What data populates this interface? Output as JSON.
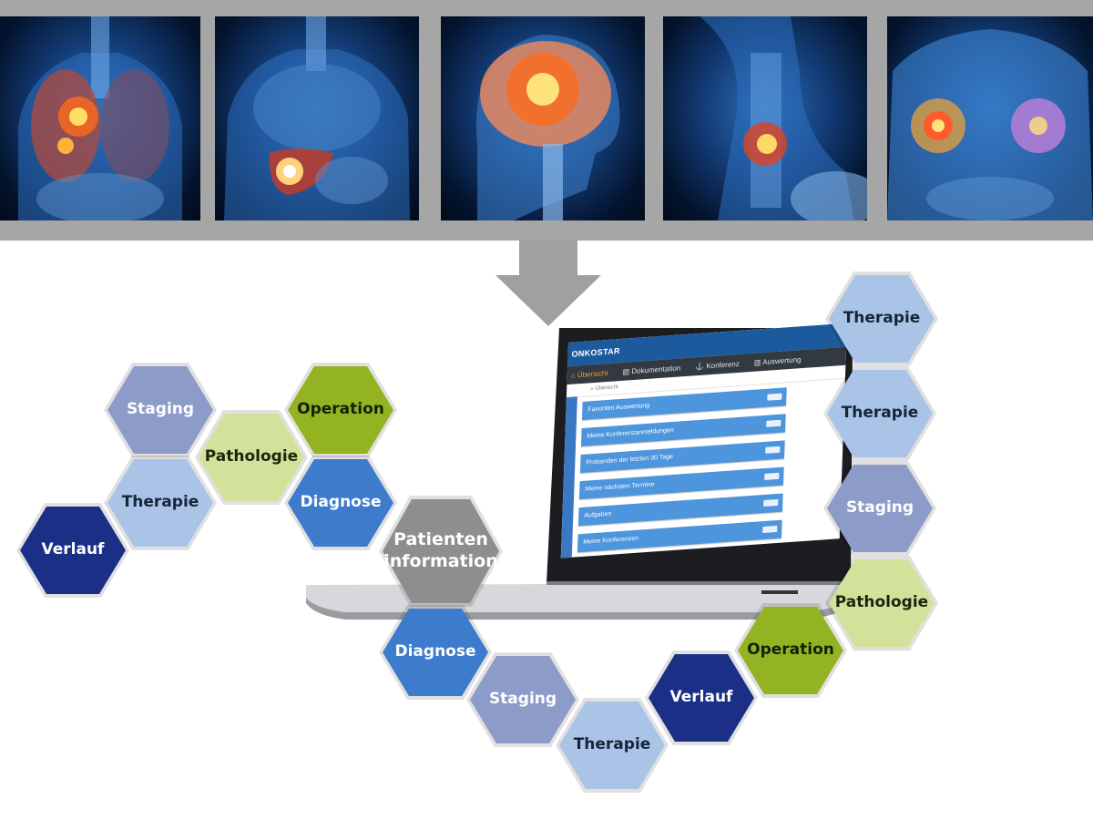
{
  "colors": {
    "banner": "#a6a6a6",
    "arrow": "#a0a0a0",
    "brand_bar": "#1c5a9e",
    "nav_bar": "#333941",
    "nav_active": "#f0a028",
    "widget_row": "#4d95dc"
  },
  "photos": [
    {
      "icon": "lung-tumor-icon"
    },
    {
      "icon": "liver-tumor-icon"
    },
    {
      "icon": "brain-tumor-icon"
    },
    {
      "icon": "throat-tumor-icon"
    },
    {
      "icon": "breast-tumor-icon"
    }
  ],
  "screen": {
    "brand": "ONKOSTAR",
    "nav": [
      "Übersicht",
      "Dokumentation",
      "Konferenz",
      "Auswertung"
    ],
    "breadcrumb": "» Übersicht",
    "rows": [
      "Favoriten Auswertung",
      "Meine Konferenzanmeldungen",
      "Probanden der letzten 30 Tage",
      "Meine nächsten Termine",
      "Aufgaben",
      "Meine Konferenzen"
    ]
  },
  "styles": {
    "staging": {
      "fill": "#8d9bc9",
      "text": "#ffffff"
    },
    "therapie": {
      "fill": "#a9c4e6",
      "text": "#17243a"
    },
    "pathologie": {
      "fill": "#d3e29a",
      "text": "#1c2410"
    },
    "operation": {
      "fill": "#93b322",
      "text": "#13200a"
    },
    "diagnose": {
      "fill": "#3d7ccc",
      "text": "#ffffff"
    },
    "verlauf": {
      "fill": "#1b2f86",
      "text": "#ffffff"
    },
    "patient": {
      "fill": "#8e8e8e",
      "text": "#ffffff"
    }
  },
  "hexagons": [
    {
      "label": "Staging",
      "style": "staging"
    },
    {
      "label": "Pathologie",
      "style": "pathologie"
    },
    {
      "label": "Operation",
      "style": "operation"
    },
    {
      "label": "Therapie",
      "style": "therapie"
    },
    {
      "label": "Diagnose",
      "style": "diagnose"
    },
    {
      "label": "Verlauf",
      "style": "verlauf"
    },
    {
      "label": "Patienten information",
      "style": "patient"
    },
    {
      "label": "Diagnose",
      "style": "diagnose"
    },
    {
      "label": "Staging",
      "style": "staging"
    },
    {
      "label": "Therapie",
      "style": "therapie"
    },
    {
      "label": "Verlauf",
      "style": "verlauf"
    },
    {
      "label": "Operation",
      "style": "operation"
    },
    {
      "label": "Pathologie",
      "style": "pathologie"
    },
    {
      "label": "Staging",
      "style": "staging"
    },
    {
      "label": "Therapie",
      "style": "therapie"
    },
    {
      "label": "Therapie",
      "style": "therapie"
    }
  ]
}
